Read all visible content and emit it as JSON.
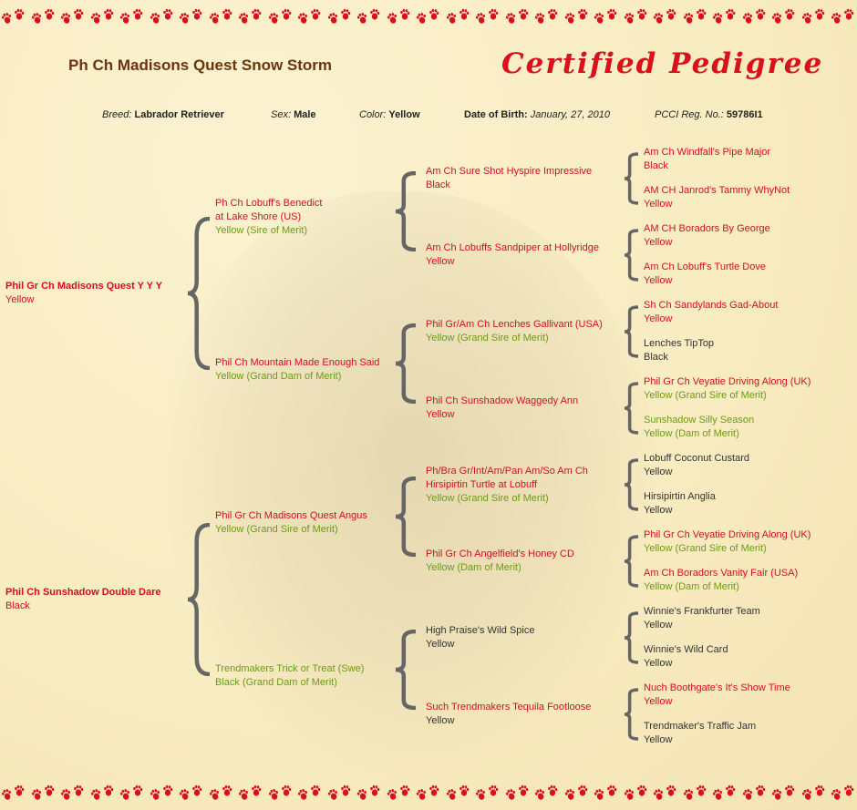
{
  "header": {
    "dog_name": "Ph Ch Madisons Quest Snow Storm",
    "certificate_title": "Certified Pedigree"
  },
  "info": {
    "breed_label": "Breed:",
    "breed": "Labrador Retriever",
    "sex_label": "Sex:",
    "sex": "Male",
    "color_label": "Color:",
    "color": "Yellow",
    "dob_label": "Date of Birth:",
    "dob": "January, 27, 2010",
    "reg_label": "PCCI Reg. No.:",
    "reg": "59786I1"
  },
  "colors": {
    "red": "#d30f1d",
    "green": "#6c9a18",
    "dark": "#333333",
    "paw": "#d8111b",
    "title": "#6b3410"
  },
  "generations": [
    [
      {
        "name": [
          "Phil Gr Ch Madisons Quest Y Y Y"
        ],
        "sub": "Yellow",
        "nc": "red",
        "sc": "red"
      },
      {
        "name": [
          "Phil Ch Sunshadow Double Dare"
        ],
        "sub": "Black",
        "nc": "red",
        "sc": "red"
      }
    ],
    [
      {
        "name": [
          "Ph Ch Lobuff's Benedict",
          "at Lake Shore (US)"
        ],
        "sub": "Yellow (Sire of Merit)",
        "nc": "red",
        "sc": "green"
      },
      {
        "name": [
          "Phil Ch Mountain Made Enough Said"
        ],
        "sub": "Yellow (Grand Dam of Merit)",
        "nc": "red",
        "sc": "green"
      },
      {
        "name": [
          "Phil Gr Ch Madisons Quest Angus"
        ],
        "sub": "Yellow (Grand Sire of Merit)",
        "nc": "red",
        "sc": "green"
      },
      {
        "name": [
          "Trendmakers Trick or Treat (Swe)"
        ],
        "sub": "Black (Grand Dam of Merit)",
        "nc": "green",
        "sc": "green"
      }
    ],
    [
      {
        "name": [
          "Am Ch Sure Shot Hyspire Impressive"
        ],
        "sub": "Black",
        "nc": "red",
        "sc": "red"
      },
      {
        "name": [
          "Am Ch Lobuffs Sandpiper at Hollyridge"
        ],
        "sub": "Yellow",
        "nc": "red",
        "sc": "red"
      },
      {
        "name": [
          "Phil Gr/Am Ch Lenches Gallivant (USA)"
        ],
        "sub": "Yellow (Grand Sire of Merit)",
        "nc": "red",
        "sc": "green"
      },
      {
        "name": [
          "Phil Ch Sunshadow Waggedy Ann"
        ],
        "sub": "Yellow",
        "nc": "red",
        "sc": "red"
      },
      {
        "name": [
          "Ph/Bra Gr/Int/Am/Pan Am/So Am Ch",
          "Hirsipirtin Turtle at Lobuff"
        ],
        "sub": "Yellow (Grand Sire of Merit)",
        "nc": "red",
        "sc": "green"
      },
      {
        "name": [
          "Phil Gr Ch Angelfield's Honey CD"
        ],
        "sub": "Yellow (Dam of Merit)",
        "nc": "red",
        "sc": "green"
      },
      {
        "name": [
          "High Praise's Wild Spice"
        ],
        "sub": "Yellow",
        "nc": "dark",
        "sc": "dark"
      },
      {
        "name": [
          "Such Trendmakers Tequila Footloose"
        ],
        "sub": "Yellow",
        "nc": "red",
        "sc": "dark"
      }
    ],
    [
      {
        "name": [
          "Am Ch Windfall's Pipe Major"
        ],
        "sub": "Black",
        "nc": "red",
        "sc": "red"
      },
      {
        "name": [
          "AM CH Janrod's Tammy WhyNot"
        ],
        "sub": "Yellow",
        "nc": "red",
        "sc": "red"
      },
      {
        "name": [
          "AM CH Boradors By George"
        ],
        "sub": "Yellow",
        "nc": "red",
        "sc": "red"
      },
      {
        "name": [
          "Am Ch Lobuff's Turtle Dove"
        ],
        "sub": "Yellow",
        "nc": "red",
        "sc": "red"
      },
      {
        "name": [
          "Sh Ch Sandylands Gad-About"
        ],
        "sub": "Yellow",
        "nc": "red",
        "sc": "red"
      },
      {
        "name": [
          "Lenches TipTop"
        ],
        "sub": "Black",
        "nc": "dark",
        "sc": "dark"
      },
      {
        "name": [
          "Phil Gr Ch Veyatie Driving Along (UK)"
        ],
        "sub": "Yellow (Grand Sire of Merit)",
        "nc": "red",
        "sc": "green"
      },
      {
        "name": [
          "Sunshadow Silly Season"
        ],
        "sub": "Yellow (Dam of Merit)",
        "nc": "green",
        "sc": "green"
      },
      {
        "name": [
          "Lobuff Coconut Custard"
        ],
        "sub": "Yellow",
        "nc": "dark",
        "sc": "dark"
      },
      {
        "name": [
          "Hirsipirtin Anglia"
        ],
        "sub": "Yellow",
        "nc": "dark",
        "sc": "dark"
      },
      {
        "name": [
          "Phil Gr Ch Veyatie Driving Along (UK)"
        ],
        "sub": "Yellow (Grand Sire of Merit)",
        "nc": "red",
        "sc": "green"
      },
      {
        "name": [
          "Am Ch Boradors Vanity Fair (USA)"
        ],
        "sub": "Yellow (Dam of Merit)",
        "nc": "red",
        "sc": "green"
      },
      {
        "name": [
          "Winnie's Frankfurter Team"
        ],
        "sub": "Yellow",
        "nc": "dark",
        "sc": "dark"
      },
      {
        "name": [
          "Winnie's Wild Card"
        ],
        "sub": "Yellow",
        "nc": "dark",
        "sc": "dark"
      },
      {
        "name": [
          "Nuch Boothgate's It's Show Time"
        ],
        "sub": "Yellow",
        "nc": "red",
        "sc": "red"
      },
      {
        "name": [
          "Trendmaker's Traffic Jam"
        ],
        "sub": "Yellow",
        "nc": "dark",
        "sc": "dark"
      }
    ]
  ]
}
